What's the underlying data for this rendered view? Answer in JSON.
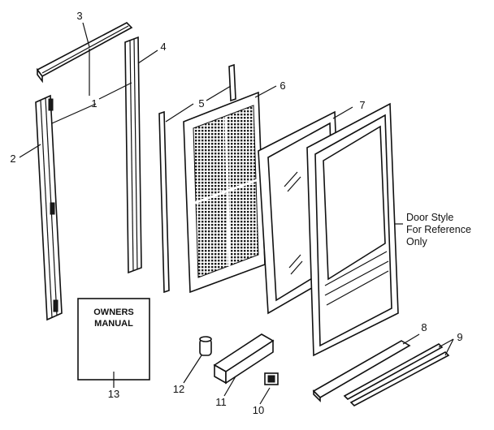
{
  "callouts": {
    "n1": "1",
    "n2": "2",
    "n3": "3",
    "n4": "4",
    "n5": "5",
    "n6": "6",
    "n7": "7",
    "n8": "8",
    "n9": "9",
    "n10": "10",
    "n11": "11",
    "n12": "12",
    "n13": "13"
  },
  "manual": {
    "line1": "OWNERS",
    "line2": "MANUAL"
  },
  "note": {
    "line1": "Door Style",
    "line2": "For Reference",
    "line3": "Only"
  }
}
